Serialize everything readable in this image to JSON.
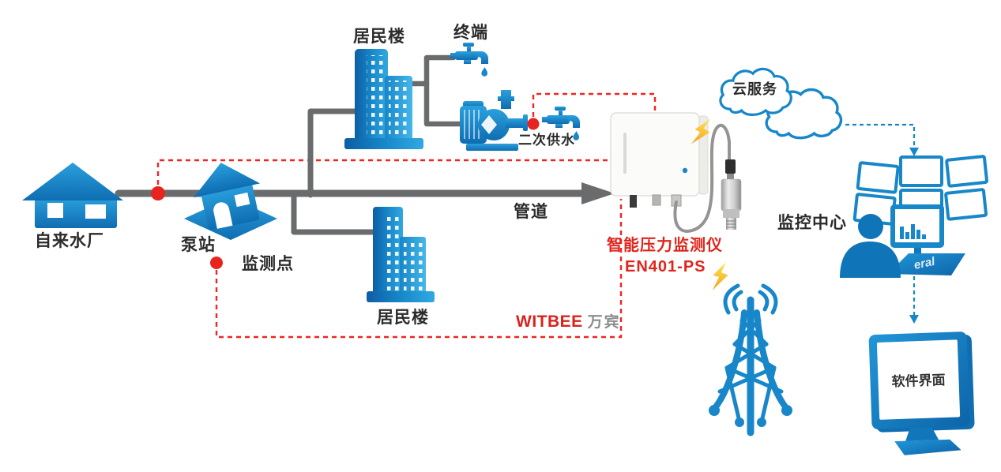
{
  "labels": {
    "water_plant": "自来水厂",
    "pump_station": "泵站",
    "monitoring_point": "监测点",
    "residential_top": "居民楼",
    "residential_bottom": "居民楼",
    "terminal": "终端",
    "secondary_supply": "二次供水",
    "pipeline": "管道",
    "cloud_service": "云服务",
    "monitoring_center": "监控中心",
    "software_ui": "软件界面",
    "device_name": "智能压力监测仪",
    "device_model": "EN401-PS",
    "brand_en": "WITBEE",
    "brand_cn": "万宾",
    "desk_watermark": "eral"
  },
  "colors": {
    "icon_blue": "#1787c9",
    "icon_blue_dark": "#0d5ea4",
    "pipe_gray": "#696b6d",
    "alert_red": "#e8241f",
    "text_red": "#e0251c",
    "brand_red": "#d8231d",
    "brand_gray": "#8a8c8e",
    "lightning_yellow": "#ffd21e",
    "text_dark": "#2b2b2b"
  },
  "icons": {
    "water_plant": "house-icon",
    "pump_station": "isometric-house-on-platform-icon",
    "residential_buildings": "skyscraper-icon",
    "terminal": "faucet-icon",
    "secondary_pump": "water-pump-icon",
    "monitoring_points": "red-dot-marker",
    "device": "pressure-monitor-box-icon",
    "sensor": "pressure-sensor-probe-icon",
    "signal": "lightning-bolt-icon",
    "cloud": "cloud-outline-icon",
    "tower": "cell-tower-icon",
    "monitoring_center": "operator-with-monitor-wall-icon",
    "software": "desktop-monitor-icon"
  }
}
